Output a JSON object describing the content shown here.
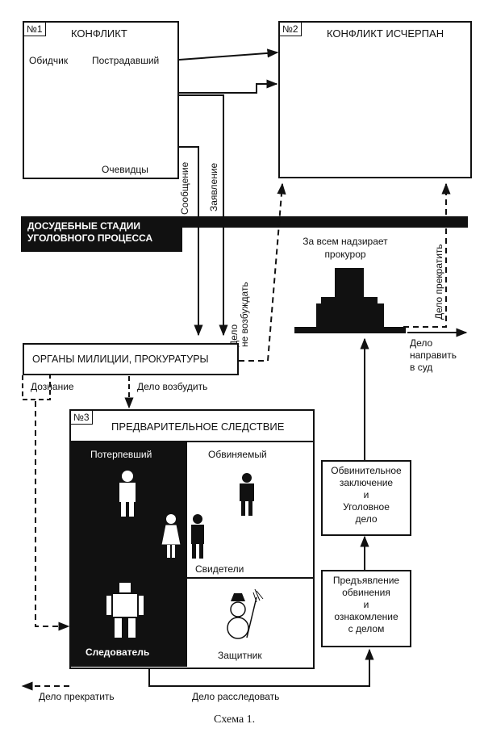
{
  "box1": {
    "num": "№1",
    "title": "КОНФЛИКТ",
    "offender": "Обидчик",
    "victim": "Пострадавший",
    "witnesses": "Очевидцы"
  },
  "box2": {
    "num": "№2",
    "title": "КОНФЛИКТ ИСЧЕРПАН"
  },
  "box3": {
    "num": "№3",
    "title": "ПРЕДВАРИТЕЛЬНОЕ СЛЕДСТВИЕ",
    "injured": "Потерпевший",
    "accused": "Обвиняемый",
    "witnesses": "Свидетели",
    "investigator": "Следователь",
    "defender": "Защитник"
  },
  "arrows": {
    "message": "Сообщение",
    "statement": "Заявление",
    "no_case": "Дело\nне возбуждать",
    "terminate_top": "Дело прекратить",
    "to_court": "Дело\nнаправить\nв суд",
    "open_case": "Дело возбудить",
    "terminate_bottom": "Дело прекратить",
    "investigate": "Дело расследовать"
  },
  "banner": "ДОСУДЕБНЫЕ СТАДИИ\nУГОЛОВНОГО ПРОЦЕССА",
  "prosecutor": "За всем надзирает\nпрокурор",
  "organs": "ОРГАНЫ МИЛИЦИИ, ПРОКУРАТУРЫ",
  "inquiry": "Дознание",
  "indictment": "Обвинительное\nзаключение\nи\nУголовное\nдело",
  "charge": "Предъявление\nобвинения\nи\nознакомление\nс делом",
  "caption": "Схема 1."
}
